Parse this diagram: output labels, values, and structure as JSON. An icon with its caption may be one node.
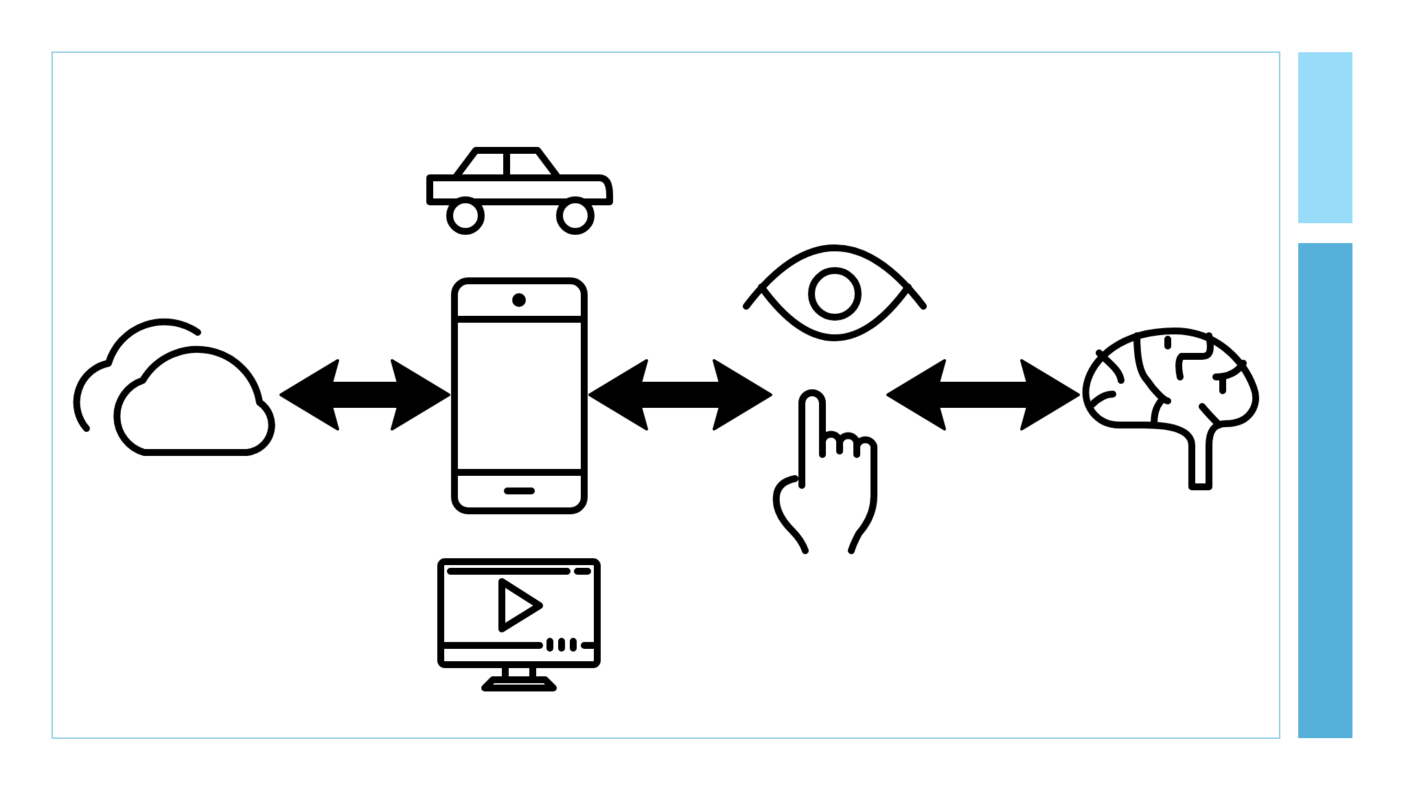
{
  "diagram": {
    "nodes": [
      {
        "text": [],
        "shape": "cloud"
      },
      {
        "text": [],
        "shape": "car"
      },
      {
        "text": [],
        "shape": "phone"
      },
      {
        "text": [],
        "shape": "monitor"
      },
      {
        "text": [],
        "shape": "eye"
      },
      {
        "text": [],
        "shape": "hand"
      },
      {
        "text": [],
        "shape": "brain"
      }
    ],
    "edges": [
      {
        "from": 0,
        "to": 2,
        "arrow": "both"
      },
      {
        "from": 2,
        "to": 5,
        "arrow": "both"
      },
      {
        "from": 5,
        "to": 6,
        "arrow": "both"
      }
    ]
  }
}
